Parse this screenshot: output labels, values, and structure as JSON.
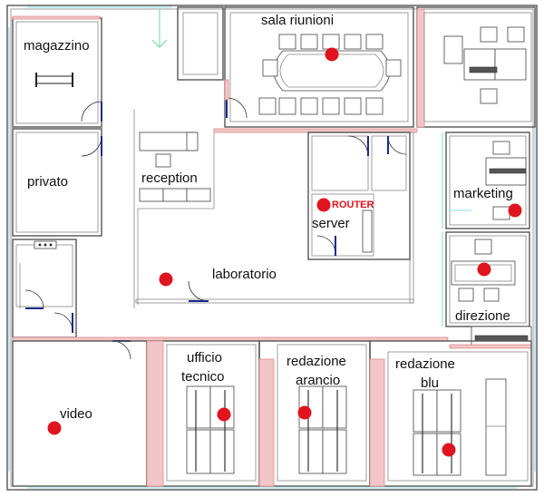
{
  "colors": {
    "dot": "#e0141e",
    "router": "#e0141e",
    "glass": "#5fd0e0",
    "wall_section": "#f2c6c6"
  },
  "rooms": {
    "magazzino": "magazzino",
    "sala_riunioni": "sala riunioni",
    "privato": "privato",
    "reception": "reception",
    "server": "server",
    "router": "ROUTER",
    "marketing": "marketing",
    "laboratorio": "laboratorio",
    "direzione": "direzione",
    "ufficio_tecnico_1": "ufficio",
    "ufficio_tecnico_2": "tecnico",
    "redazione_arancio_1": "redazione",
    "redazione_arancio_2": "arancio",
    "redazione_blu_1": "redazione",
    "redazione_blu_2": "blu",
    "video": "video"
  }
}
